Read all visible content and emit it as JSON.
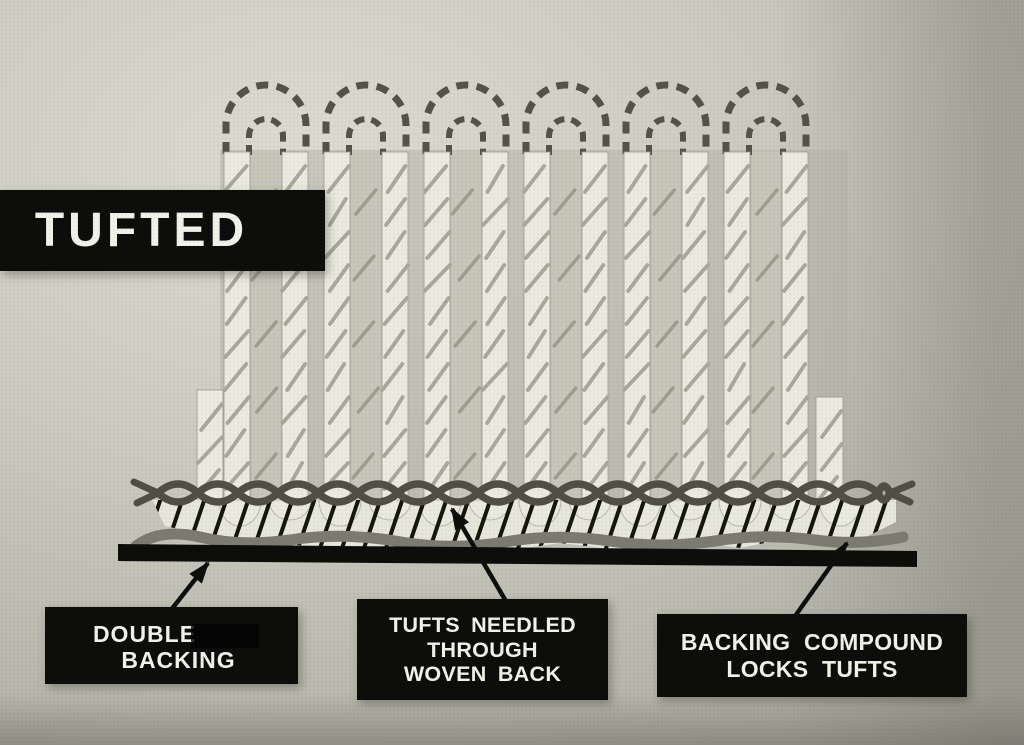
{
  "photo": {
    "subject": "Tufted carpet construction cross-section diagram (vintage photograph)"
  },
  "title": {
    "label": "TUFTED"
  },
  "callouts": {
    "double_backing": {
      "lines": [
        "DOUBLE",
        "BACKING"
      ]
    },
    "tufts_needled": {
      "lines": [
        "TUFTS NEEDLED",
        "THROUGH",
        "WOVEN BACK"
      ]
    },
    "backing_compound": {
      "lines": [
        "BACKING COMPOUND",
        "LOCKS TUFTS"
      ]
    }
  },
  "diagram": {
    "loop_count": 6,
    "colors": {
      "label_box": "#0c0c0a",
      "label_text": "#f2f2ea",
      "tuft_white": "#ebebe1",
      "tuft_gray": "#c6c6ba",
      "tuft_edge": "#9a9a8e",
      "tuft_backdrop": "#b2b2a7",
      "hatch_light": "#a8a89b",
      "dash_outline": "#53534a",
      "woven_chain": "#4f4f46",
      "compound_fill": "#e7e7db",
      "compound_hatch": "#15150f",
      "latex_wave": "#7b7b71",
      "backing_bar": "#0c0c0a",
      "arrow": "#0d0d0b"
    }
  }
}
